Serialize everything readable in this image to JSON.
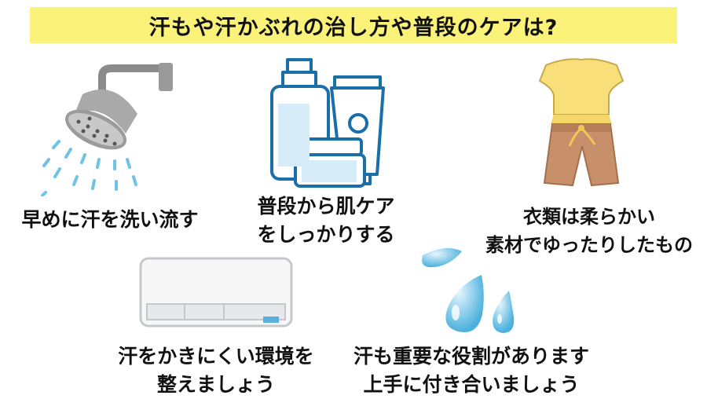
{
  "header": {
    "title": "汗もや汗かぶれの治し方や普段のケアは?",
    "background": "#fbf27a"
  },
  "items": [
    {
      "icon": "shower-head-icon",
      "lines": [
        "早めに汗を洗い流す"
      ]
    },
    {
      "icon": "skincare-bottles-icon",
      "lines": [
        "普段から肌ケア",
        "をしっかりする"
      ]
    },
    {
      "icon": "summer-clothes-icon",
      "lines": [
        "衣類は柔らかい",
        "素材でゆったりしたもの"
      ]
    },
    {
      "icon": "air-conditioner-icon",
      "lines": [
        "汗をかきにくい環境を",
        "整えましょう"
      ]
    },
    {
      "icon": "sweat-drops-icon",
      "lines": [
        "汗も重要な役割があります",
        "上手に付き合いましょう"
      ]
    }
  ],
  "colors": {
    "accent_blue": "#1a6fa8",
    "water": "#6ec3e6",
    "text": "#111111"
  }
}
